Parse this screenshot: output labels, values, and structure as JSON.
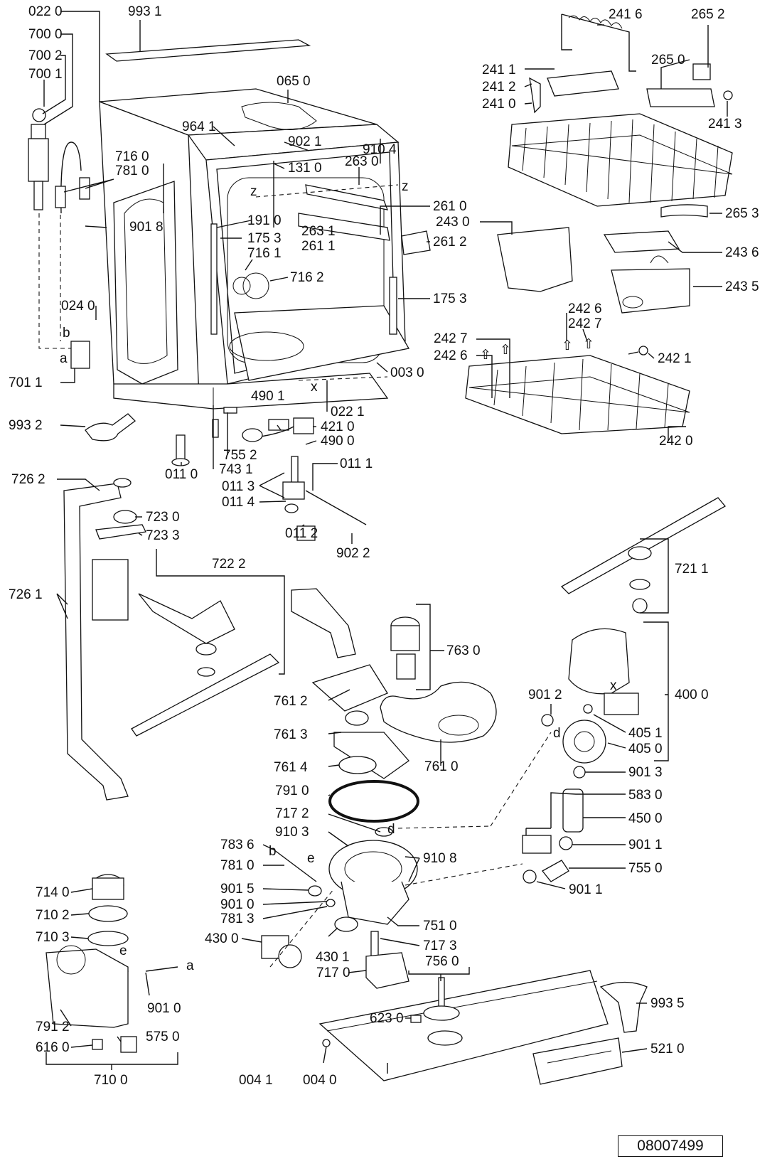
{
  "document_number": "08007499",
  "labels": [
    {
      "id": "l0220",
      "text": "022 0"
    },
    {
      "id": "l9931",
      "text": "993 1"
    },
    {
      "id": "l7000",
      "text": "700 0"
    },
    {
      "id": "l7002",
      "text": "700 2"
    },
    {
      "id": "l7001",
      "text": "700 1"
    },
    {
      "id": "l0650",
      "text": "065 0"
    },
    {
      "id": "l9641",
      "text": "964 1"
    },
    {
      "id": "l9021",
      "text": "902 1"
    },
    {
      "id": "l9104",
      "text": "910 4"
    },
    {
      "id": "l2630",
      "text": "263 0"
    },
    {
      "id": "l1310",
      "text": "131 0"
    },
    {
      "id": "l7160",
      "text": "716 0"
    },
    {
      "id": "l7810a",
      "text": "781 0"
    },
    {
      "id": "l9018",
      "text": "901 8"
    },
    {
      "id": "l1910",
      "text": "191 0"
    },
    {
      "id": "l1753a",
      "text": "175 3"
    },
    {
      "id": "l7161",
      "text": "716 1"
    },
    {
      "id": "l2631",
      "text": "263 1"
    },
    {
      "id": "l2611",
      "text": "261 1"
    },
    {
      "id": "l2610",
      "text": "261 0"
    },
    {
      "id": "l2612",
      "text": "261 2"
    },
    {
      "id": "l7162",
      "text": "716 2"
    },
    {
      "id": "l1753b",
      "text": "175 3"
    },
    {
      "id": "l0240",
      "text": "024 0"
    },
    {
      "id": "l0030",
      "text": "003 0"
    },
    {
      "id": "l7011",
      "text": "701 1"
    },
    {
      "id": "l0221",
      "text": "022 1"
    },
    {
      "id": "l4901",
      "text": "490 1"
    },
    {
      "id": "l4210",
      "text": "421 0"
    },
    {
      "id": "l4900",
      "text": "490 0"
    },
    {
      "id": "l9932",
      "text": "993 2"
    },
    {
      "id": "l7552",
      "text": "755 2"
    },
    {
      "id": "l7431",
      "text": "743 1"
    },
    {
      "id": "l0110",
      "text": "011 0"
    },
    {
      "id": "l0111",
      "text": "011 1"
    },
    {
      "id": "l0113",
      "text": "011 3"
    },
    {
      "id": "l0114",
      "text": "011 4"
    },
    {
      "id": "l0112",
      "text": "011 2"
    },
    {
      "id": "l9022",
      "text": "902 2"
    },
    {
      "id": "l2416",
      "text": "241 6"
    },
    {
      "id": "l2652",
      "text": "265 2"
    },
    {
      "id": "l2650",
      "text": "265 0"
    },
    {
      "id": "l2411",
      "text": "241 1"
    },
    {
      "id": "l2412",
      "text": "241 2"
    },
    {
      "id": "l2410",
      "text": "241 0"
    },
    {
      "id": "l2413",
      "text": "241 3"
    },
    {
      "id": "l2653",
      "text": "265 3"
    },
    {
      "id": "l2430",
      "text": "243 0"
    },
    {
      "id": "l2436",
      "text": "243 6"
    },
    {
      "id": "l2435",
      "text": "243 5"
    },
    {
      "id": "l2426a",
      "text": "242 6"
    },
    {
      "id": "l2427a",
      "text": "242 7"
    },
    {
      "id": "l2427b",
      "text": "242 7"
    },
    {
      "id": "l2426b",
      "text": "242 6"
    },
    {
      "id": "l2421",
      "text": "242 1"
    },
    {
      "id": "l2420",
      "text": "242 0"
    },
    {
      "id": "l7262",
      "text": "726 2"
    },
    {
      "id": "l7230",
      "text": "723 0"
    },
    {
      "id": "l7233",
      "text": "723 3"
    },
    {
      "id": "l7222",
      "text": "722 2"
    },
    {
      "id": "l7261",
      "text": "726 1"
    },
    {
      "id": "l7211",
      "text": "721 1"
    },
    {
      "id": "l7630",
      "text": "763 0"
    },
    {
      "id": "l7612",
      "text": "761 2"
    },
    {
      "id": "l7613",
      "text": "761 3"
    },
    {
      "id": "l7614",
      "text": "761 4"
    },
    {
      "id": "l7610",
      "text": "761 0"
    },
    {
      "id": "l4000",
      "text": "400 0"
    },
    {
      "id": "l9012",
      "text": "901 2"
    },
    {
      "id": "l4051",
      "text": "405 1"
    },
    {
      "id": "l4050",
      "text": "405 0"
    },
    {
      "id": "l9013",
      "text": "901 3"
    },
    {
      "id": "l7910",
      "text": "791 0"
    },
    {
      "id": "l5830",
      "text": "583 0"
    },
    {
      "id": "l7172",
      "text": "717 2"
    },
    {
      "id": "l4500",
      "text": "450 0"
    },
    {
      "id": "l9103",
      "text": "910 3"
    },
    {
      "id": "l9108",
      "text": "910 8"
    },
    {
      "id": "l9011a",
      "text": "901 1"
    },
    {
      "id": "l7836",
      "text": "783 6"
    },
    {
      "id": "l7810b",
      "text": "781 0"
    },
    {
      "id": "l7550",
      "text": "755 0"
    },
    {
      "id": "l9011b",
      "text": "901 1"
    },
    {
      "id": "l9015",
      "text": "901 5"
    },
    {
      "id": "l9010",
      "text": "901 0"
    },
    {
      "id": "l7813",
      "text": "781 3"
    },
    {
      "id": "l7510",
      "text": "751 0"
    },
    {
      "id": "l7140",
      "text": "714 0"
    },
    {
      "id": "l7102",
      "text": "710 2"
    },
    {
      "id": "l7103",
      "text": "710 3"
    },
    {
      "id": "l4300",
      "text": "430 0"
    },
    {
      "id": "l4301",
      "text": "430 1"
    },
    {
      "id": "l7173",
      "text": "717 3"
    },
    {
      "id": "l7560",
      "text": "756 0"
    },
    {
      "id": "l7170",
      "text": "717 0"
    },
    {
      "id": "l9010b",
      "text": "901 0"
    },
    {
      "id": "l6230",
      "text": "623 0"
    },
    {
      "id": "l9935",
      "text": "993 5"
    },
    {
      "id": "l7912",
      "text": "791 2"
    },
    {
      "id": "l5750",
      "text": "575 0"
    },
    {
      "id": "l6160",
      "text": "616 0"
    },
    {
      "id": "l5210",
      "text": "521 0"
    },
    {
      "id": "l7100",
      "text": "710 0"
    },
    {
      "id": "l0041",
      "text": "004 1"
    },
    {
      "id": "l0040",
      "text": "004 0"
    }
  ],
  "letters": [
    {
      "id": "ta",
      "text": "a"
    },
    {
      "id": "tb",
      "text": "b"
    },
    {
      "id": "tz1",
      "text": "z"
    },
    {
      "id": "tz2",
      "text": "z"
    },
    {
      "id": "tx1",
      "text": "x"
    },
    {
      "id": "tx2",
      "text": "x"
    },
    {
      "id": "td1",
      "text": "d"
    },
    {
      "id": "td2",
      "text": "d"
    },
    {
      "id": "te1",
      "text": "e"
    },
    {
      "id": "tb2",
      "text": "b"
    },
    {
      "id": "te2",
      "text": "e"
    },
    {
      "id": "ta2",
      "text": "a"
    }
  ]
}
